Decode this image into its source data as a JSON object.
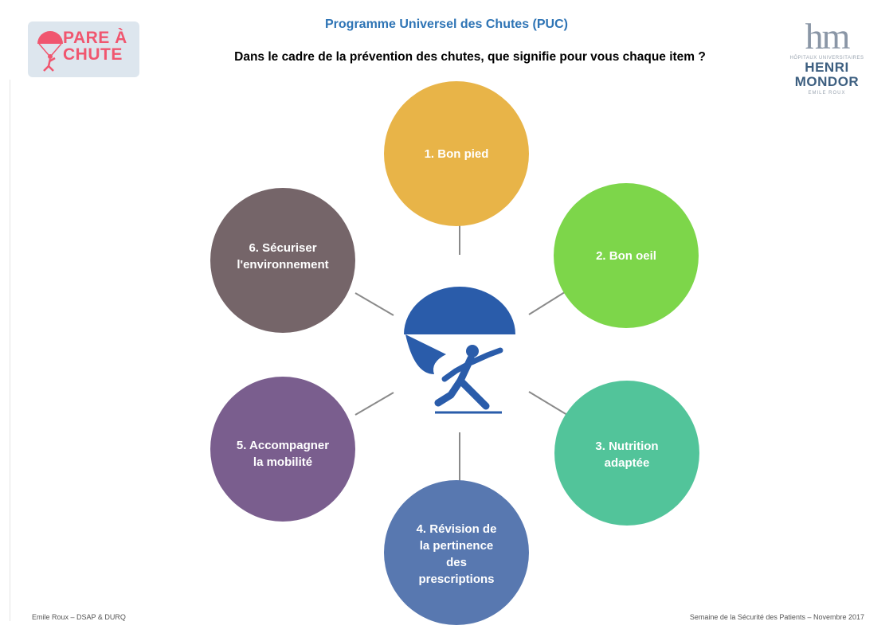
{
  "header": {
    "title": "Programme Universel des Chutes (PUC)",
    "question": "Dans le cadre de la prévention des chutes, que signifie pour vous chaque item ?"
  },
  "logo_left": {
    "line1": "PARE À",
    "line2": "CHUTE",
    "color": "#f0566f",
    "icon": "parachutist-icon"
  },
  "logo_right": {
    "mark": "hm",
    "small_text": "HÔPITAUX UNIVERSITAIRES",
    "name": "HENRI MONDOR",
    "sub": "EMILE ROUX"
  },
  "center_icon": {
    "name": "parachutist-icon",
    "color": "#2a5caa"
  },
  "items": [
    {
      "label": "1. Bon pied",
      "color": "#e8b448"
    },
    {
      "label": "2. Bon oeil",
      "color": "#7dd64a"
    },
    {
      "label": "3. Nutrition\nadaptée",
      "color": "#52c49a"
    },
    {
      "label": "4. Révision de\nla pertinence\ndes\nprescriptions",
      "color": "#5878b0"
    },
    {
      "label": "5. Accompagner\nla mobilité",
      "color": "#7a5e8e"
    },
    {
      "label": "6. Sécuriser\nl'environnement",
      "color": "#756569"
    }
  ],
  "footer": {
    "left": "Emile Roux – DSAP & DURQ",
    "right": "Semaine de la Sécurité des Patients – Novembre 2017"
  }
}
